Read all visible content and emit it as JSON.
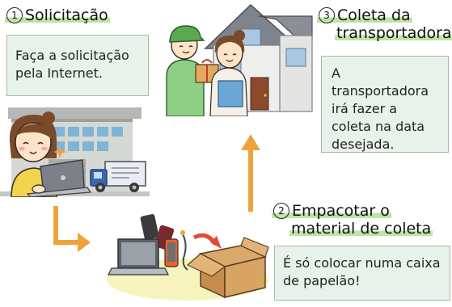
{
  "step1": {
    "number": "1",
    "title": "Solicitação",
    "text": "Faça a solicitação pela Internet."
  },
  "step2": {
    "number": "2",
    "title_line1": "Empacotar o",
    "title_line2": "material de coleta",
    "text": "É só colocar numa caixa de papelão!"
  },
  "step3": {
    "number": "3",
    "title_line1": "Coleta da",
    "title_line2": "transportadora",
    "text": "A transportadora irá fazer a coleta na data desejada."
  },
  "colors": {
    "highlight": "#bfe3a6",
    "box_bg": "#e9f2ea",
    "box_border": "#9dbf9d",
    "arrow": "#f0a23a"
  },
  "icons": [
    "woman-laptop-illustration",
    "warehouse-illustration",
    "delivery-truck-illustration",
    "devices-and-box-illustration",
    "courier-and-customer-illustration",
    "house-illustration",
    "arrow-down-right-icon",
    "arrow-up-icon"
  ]
}
